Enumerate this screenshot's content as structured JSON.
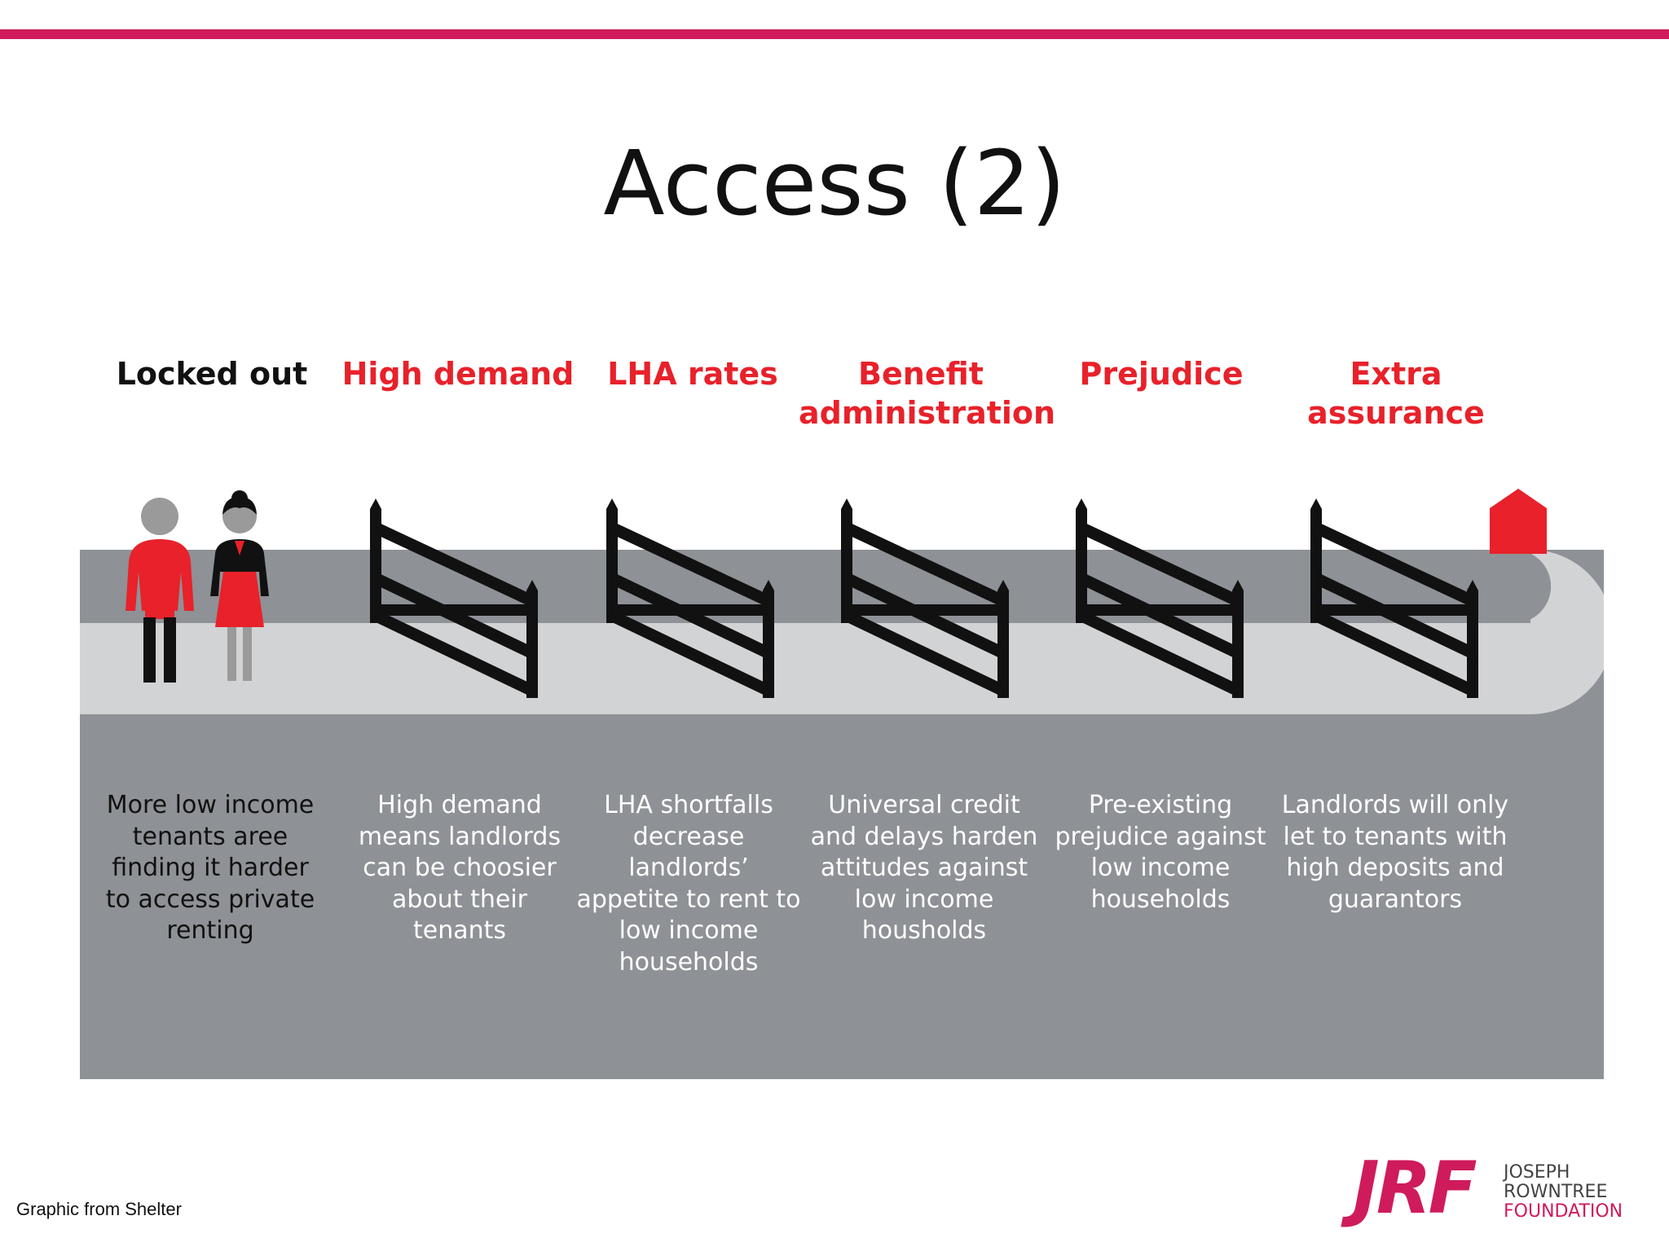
{
  "slide": {
    "title": "Access (2)",
    "credit": "Graphic from Shelter"
  },
  "colors": {
    "accent_red": "#e8212a",
    "rule_magenta": "#cf1b5b",
    "panel_grey": "#8e9196",
    "road_grey": "#d2d3d5"
  },
  "stages": [
    {
      "heading": "Locked out",
      "description": "More low income tenants aree finding it harder to access private renting",
      "icon": "people-icon"
    },
    {
      "heading": "High demand",
      "description": "High demand means landlords can be choosier about their tenants",
      "icon": "gate-icon"
    },
    {
      "heading": "LHA rates",
      "description": "LHA shortfalls decrease landlords’ appetite to rent to low income households",
      "icon": "gate-icon"
    },
    {
      "heading": "Benefit administration",
      "description": "Universal credit and delays harden attitudes against low income housholds",
      "icon": "gate-icon"
    },
    {
      "heading": "Prejudice",
      "description": "Pre-existing prejudice against low income households",
      "icon": "gate-icon"
    },
    {
      "heading": "Extra assurance",
      "description": "Landlords will only let to tenants with high deposits and guarantors",
      "icon": "gate-icon"
    }
  ],
  "destination_icon": "house-icon",
  "logo": {
    "letters": "JRF",
    "line1": "JOSEPH",
    "line2": "ROWNTREE",
    "line3": "FOUNDATION"
  }
}
